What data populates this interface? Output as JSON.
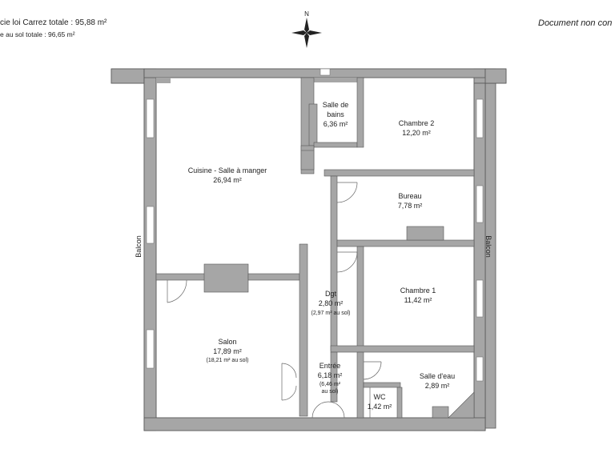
{
  "header": {
    "carrez_line": "cie loi Carrez totale :  95,88 m²",
    "floor_line": "e au sol totale :  96,65 m²",
    "disclaimer": "Document non con"
  },
  "compass": {
    "north_label": "N"
  },
  "rooms": {
    "salle_de_bains": {
      "name_1": "Salle de",
      "name_2": "bains",
      "area": "6,36 m²"
    },
    "chambre_2": {
      "name": "Chambre 2",
      "area": "12,20 m²"
    },
    "cuisine": {
      "name": "Cuisine - Salle à manger",
      "area": "26,94 m²"
    },
    "bureau": {
      "name": "Bureau",
      "area": "7,78 m²"
    },
    "chambre_1": {
      "name": "Chambre 1",
      "area": "11,42 m²"
    },
    "dgt": {
      "name": "Dgt",
      "area": "2,80 m²",
      "floor_area": "(2,97 m² au sol)"
    },
    "salon": {
      "name": "Salon",
      "area": "17,89 m²",
      "floor_area": "(18,21 m² au sol)"
    },
    "entree": {
      "name": "Entrée",
      "area": "6,18 m²",
      "floor_area_1": "(6,46 m²",
      "floor_area_2": "au sol)"
    },
    "salle_eau": {
      "name": "Salle d'eau",
      "area": "2,89 m²"
    },
    "wc": {
      "name": "WC",
      "area": "1,42 m²"
    }
  },
  "balconies": {
    "left": "Balcon",
    "right": "Balcon"
  },
  "colors": {
    "wall": "#a6a6a6",
    "wall_edge": "#555555",
    "window": "#ffffff",
    "door": "#666666"
  }
}
